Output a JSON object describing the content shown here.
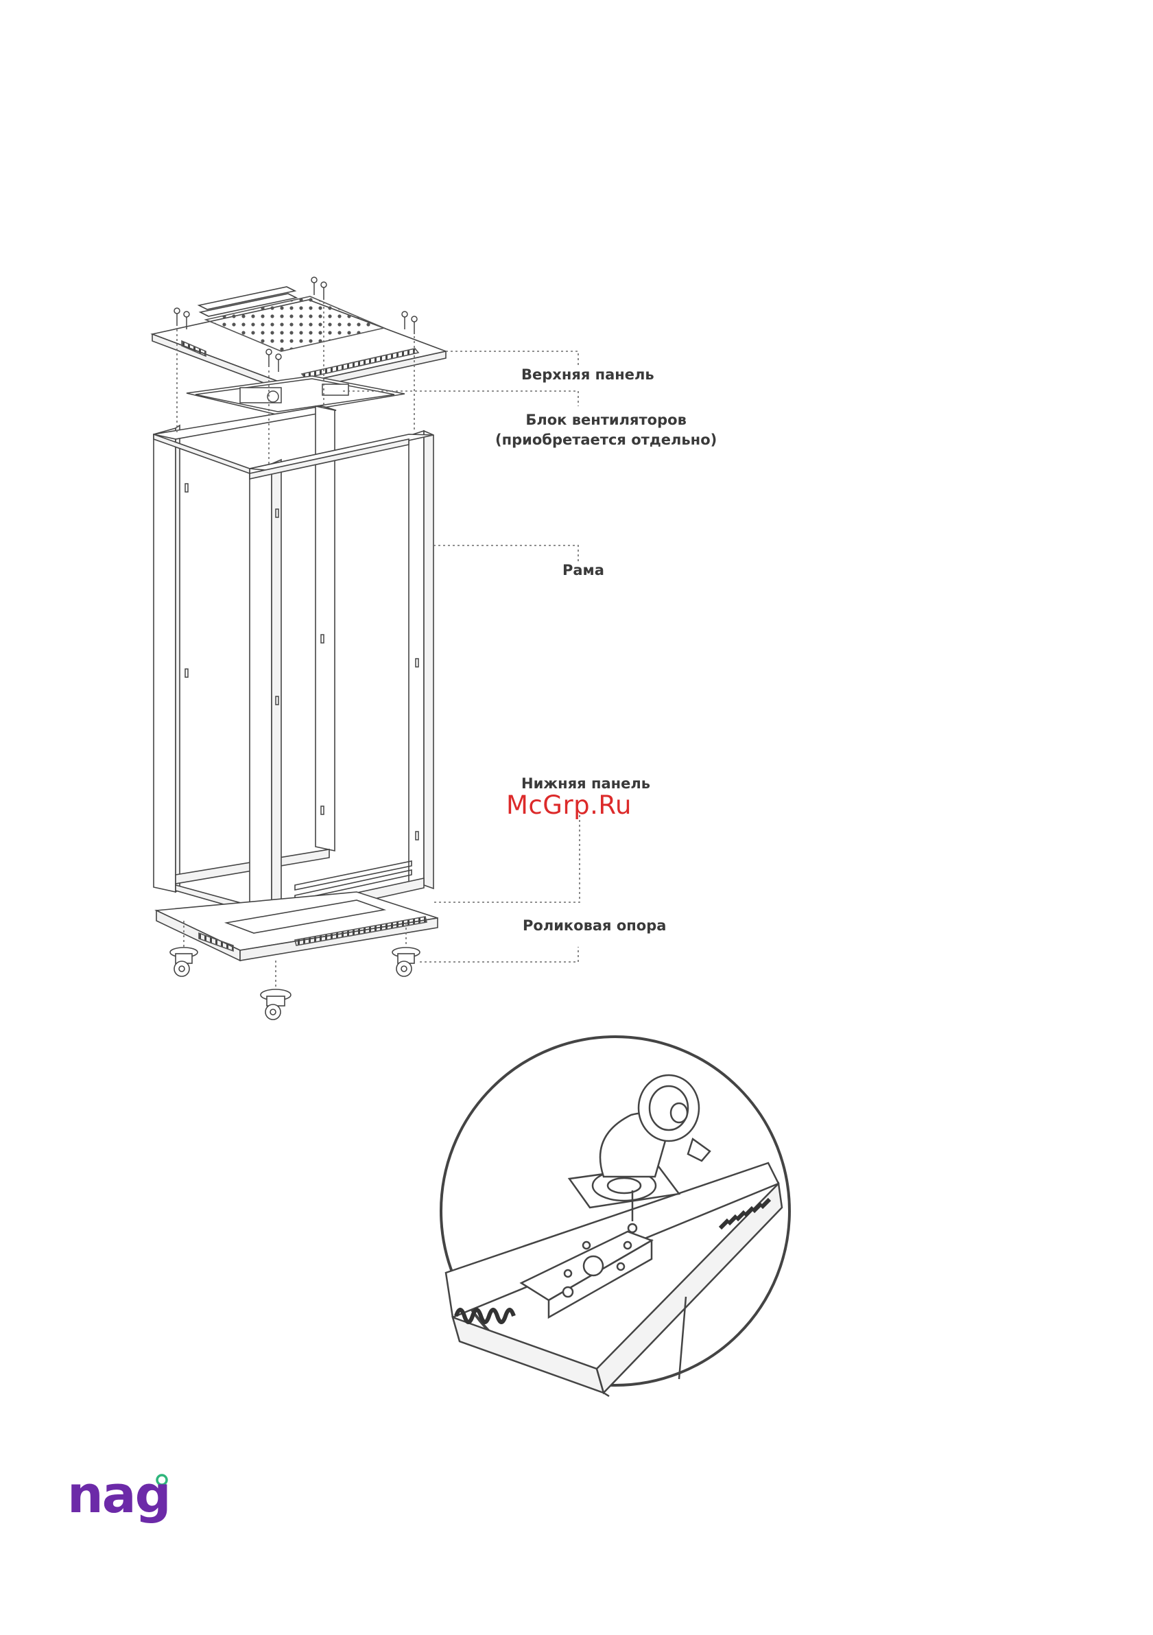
{
  "labels": {
    "top_panel": "Верхняя панель",
    "fan_block_line1": "Блок вентиляторов",
    "fan_block_line2": "(приобретается отдельно)",
    "frame": "Рама",
    "bottom_panel": "Нижняя панель",
    "caster_support": "Роликовая опора"
  },
  "watermark": "McGrp.Ru",
  "logo": {
    "text": "nag",
    "color": "#6c2aa8",
    "dot_color": "#2fb67c"
  },
  "colors": {
    "line": "#444444",
    "dotted": "#6a6a6a",
    "label": "#3a3a3a",
    "watermark": "#dc2a2a"
  }
}
